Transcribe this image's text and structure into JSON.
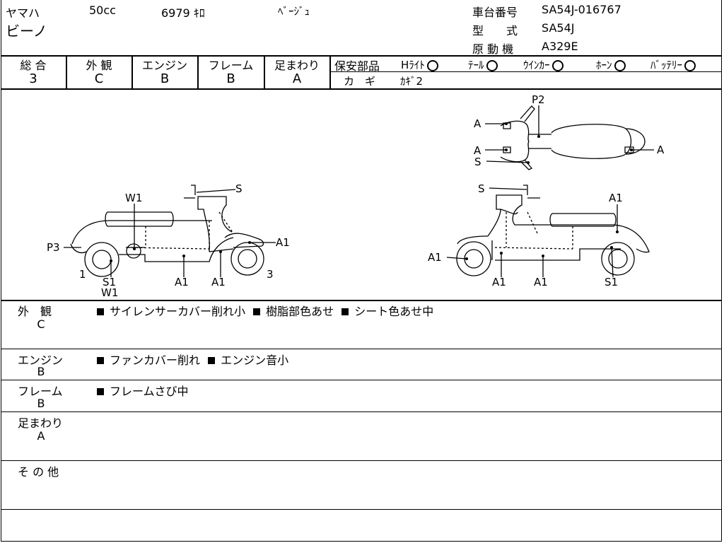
{
  "header": {
    "maker": "ヤマハ",
    "model": "ビーノ",
    "displacement": "50cc",
    "mileage": "6979 ｷﾛ",
    "color": "ﾍﾞｰｼﾞｭ",
    "frame_no_label": "車台番号",
    "frame_no": "SA54J-016767",
    "model_code_label": "型　　式",
    "model_code": "SA54J",
    "engine_label": "原 動 機",
    "engine_code": "A329E"
  },
  "grades": [
    {
      "label": "総 合",
      "value": "3"
    },
    {
      "label": "外 観",
      "value": "C"
    },
    {
      "label": "エンジン",
      "value": "B"
    },
    {
      "label": "フレーム",
      "value": "B"
    },
    {
      "label": "足まわり",
      "value": "A"
    }
  ],
  "safety": {
    "label": "保安部品",
    "items": [
      "Hﾗｲﾄ",
      "ﾃｰﾙ",
      "ｳｲﾝｶｰ",
      "ﾎｰﾝ",
      "ﾊﾞｯﾃﾘｰ"
    ],
    "key_label": "カ　ギ",
    "key_value": "ｶｷﾞ2"
  },
  "diagram": {
    "labels": [
      "P2",
      "A",
      "A",
      "A",
      "S",
      "S",
      "A1",
      "W1",
      "S",
      "P3",
      "A1",
      "1",
      "S1",
      "W1",
      "A1",
      "A1",
      "3",
      "A1",
      "A1",
      "A1",
      "S1"
    ]
  },
  "remarks": [
    {
      "title": "外　観",
      "grade": "C",
      "items": [
        "サイレンサーカバー削れ小",
        "樹脂部色あせ",
        "シート色あせ中"
      ]
    },
    {
      "title": "エンジン",
      "grade": "B",
      "items": [
        "ファンカバー削れ",
        "エンジン音小"
      ]
    },
    {
      "title": "フレーム",
      "grade": "B",
      "items": [
        "フレームさび中"
      ]
    },
    {
      "title": "足まわり",
      "grade": "A",
      "items": []
    },
    {
      "title": "そ の 他",
      "grade": "",
      "items": []
    }
  ]
}
